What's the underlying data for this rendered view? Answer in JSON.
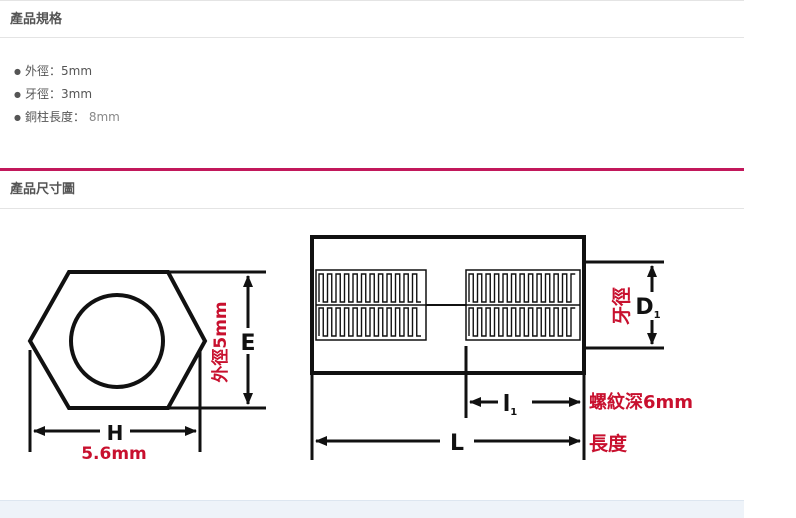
{
  "spec_section": {
    "title": "產品規格",
    "items": [
      {
        "label": "外徑：",
        "value": "5mm"
      },
      {
        "label": "牙徑：",
        "value": "3mm"
      },
      {
        "label": "銅柱長度：",
        "value": " 8mm"
      }
    ]
  },
  "drawing_section": {
    "title": "產品尺寸圖",
    "hex_view": {
      "width_letter": "H",
      "width_value": "5.6mm",
      "height_letter": "E",
      "height_value": "外徑5mm"
    },
    "side_view": {
      "thread_label_cn": "牙徑",
      "thread_letter": "D",
      "thread_subscript": "1",
      "depth_letter": "l",
      "depth_subscript": "1",
      "depth_label": "螺紋深6mm",
      "length_letter": "L",
      "length_label": "長度"
    }
  },
  "colors": {
    "accent_divider": "#c2185b",
    "annotation_red": "#c8102e",
    "drawing_black": "#111111"
  }
}
